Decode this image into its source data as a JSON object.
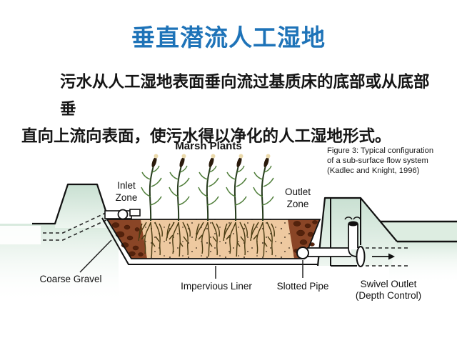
{
  "slide": {
    "title": "垂直潜流人工湿地",
    "body_line1": "污水从人工湿地表面垂向流过基质床的底部或从底部垂",
    "body_line2": "直向上流向表面，使污水得以净化的人工湿地形式。"
  },
  "figure": {
    "caption": {
      "line1": "Figure 3: Typical configuration",
      "line2": "of a sub-surface flow system",
      "line3": "(Kadlec and Knight, 1996)"
    },
    "labels": {
      "marsh_plants": "Marsh Plants",
      "inlet_line1": "Inlet",
      "inlet_line2": "Zone",
      "outlet_line1": "Outlet",
      "outlet_line2": "Zone",
      "coarse_gravel": "Coarse Gravel",
      "impervious_liner": "Impervious Liner",
      "slotted_pipe": "Slotted Pipe",
      "swivel_line1": "Swivel Outlet",
      "swivel_line2": "(Depth Control)"
    },
    "colors": {
      "title_blue": "#1e73b8",
      "ground_green": "#cfe4d6",
      "gravel_brown": "#8a4526",
      "gravel_dark": "#54220c",
      "sand_tan": "#eec9a0",
      "root_brown": "#473a10",
      "plant_green": "#4e7d38"
    }
  }
}
